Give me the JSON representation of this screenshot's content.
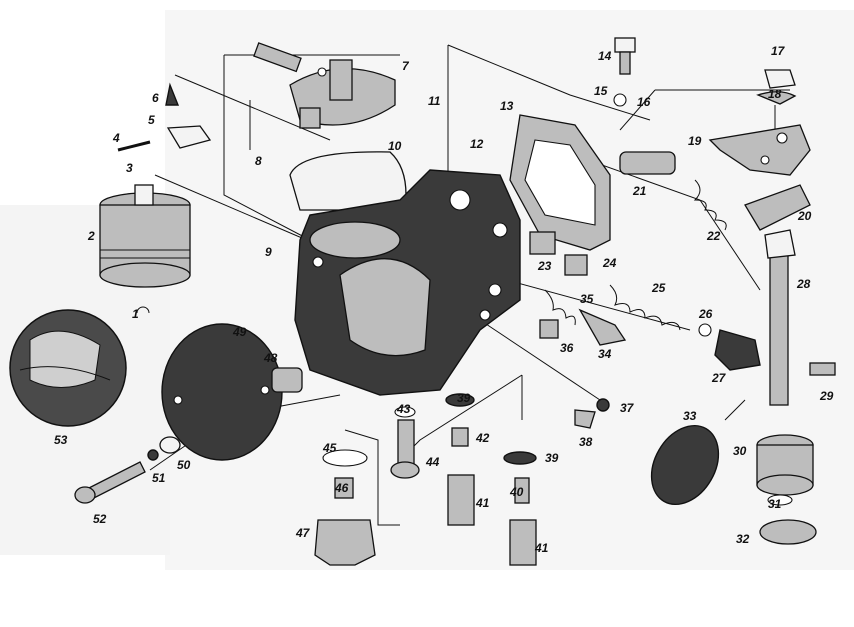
{
  "colors": {
    "ink": "#111111",
    "paper": "#ffffff",
    "shade": "#3a3a3a",
    "light": "#bdbdbd"
  },
  "labels": [
    "1",
    "2",
    "3",
    "4",
    "5",
    "6",
    "7",
    "8",
    "9",
    "10",
    "11",
    "12",
    "13",
    "14",
    "15",
    "16",
    "17",
    "18",
    "19",
    "20",
    "21",
    "22",
    "23",
    "24",
    "25",
    "26",
    "27",
    "28",
    "29",
    "30",
    "31",
    "32",
    "33",
    "34",
    "35",
    "36",
    "37",
    "38",
    "39",
    "39",
    "40",
    "41",
    "41",
    "42",
    "43",
    "44",
    "45",
    "46",
    "47",
    "48",
    "49",
    "50",
    "51",
    "52",
    "53"
  ]
}
